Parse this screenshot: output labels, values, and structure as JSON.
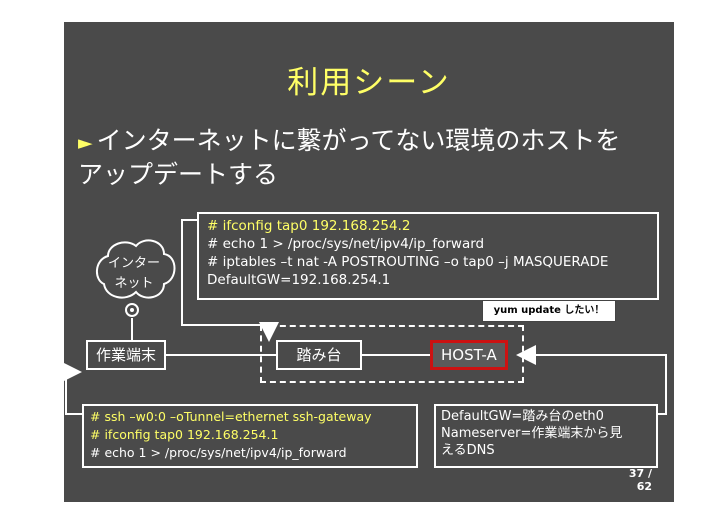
{
  "title": "利用シーン",
  "bullet": {
    "mark": "►",
    "text": "インターネットに繋がってない環境のホストをアップデートする"
  },
  "top_box": {
    "line1": "# ifconfig tap0 192.168.254.2",
    "line2": "# echo 1 > /proc/sys/net/ipv4/ip_forward",
    "line3": "# iptables –t nat  -A POSTROUTING –o tap0 –j MASQUERADE",
    "line4": "DefaultGW=192.168.254.1"
  },
  "callout": "yum update したい！",
  "cloud_label_1": "インター",
  "cloud_label_2": "ネット",
  "nodes": {
    "work": "作業端末",
    "step": "踏み台",
    "host": "HOST-A"
  },
  "bottom_left_box": {
    "line1": "# ssh –w0:0 –oTunnel=ethernet ssh-gateway",
    "line2": "# ifconfig tap0 192.168.254.1",
    "line3": "# echo 1 > /proc/sys/net/ipv4/ip_forward"
  },
  "bottom_right_box": {
    "line1": "DefaultGW=踏み台のeth0",
    "line2": "Nameserver=作業端末から見",
    "line3": "えるDNS"
  },
  "page_number": "37 / 62",
  "colors": {
    "background": "#4a4a4a",
    "accent": "#ffff66",
    "host_border": "#cc1111"
  }
}
